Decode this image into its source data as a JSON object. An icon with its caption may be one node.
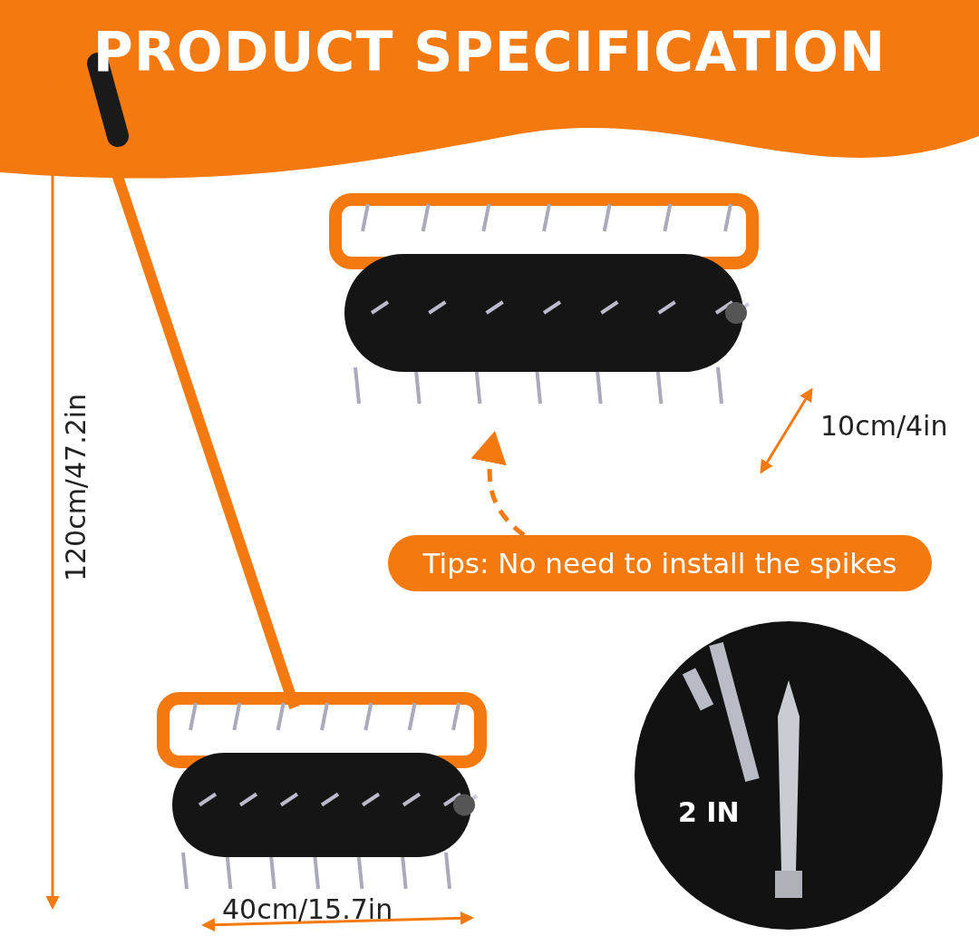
{
  "diagram": {
    "title": "PRODUCT SPECIFICATION",
    "nodes": [
      {
        "text": [
          "Tips: No need to install the spikes"
        ]
      },
      {
        "text": [],
        "shape": "picture"
      }
    ],
    "edges": [
      {
        "from": 0,
        "to": 1,
        "arrow": "to",
        "style": "dashed"
      }
    ],
    "labels": [
      "120cm/47.2in",
      "10cm/4in",
      "40cm/15.7in",
      "2 IN"
    ]
  }
}
